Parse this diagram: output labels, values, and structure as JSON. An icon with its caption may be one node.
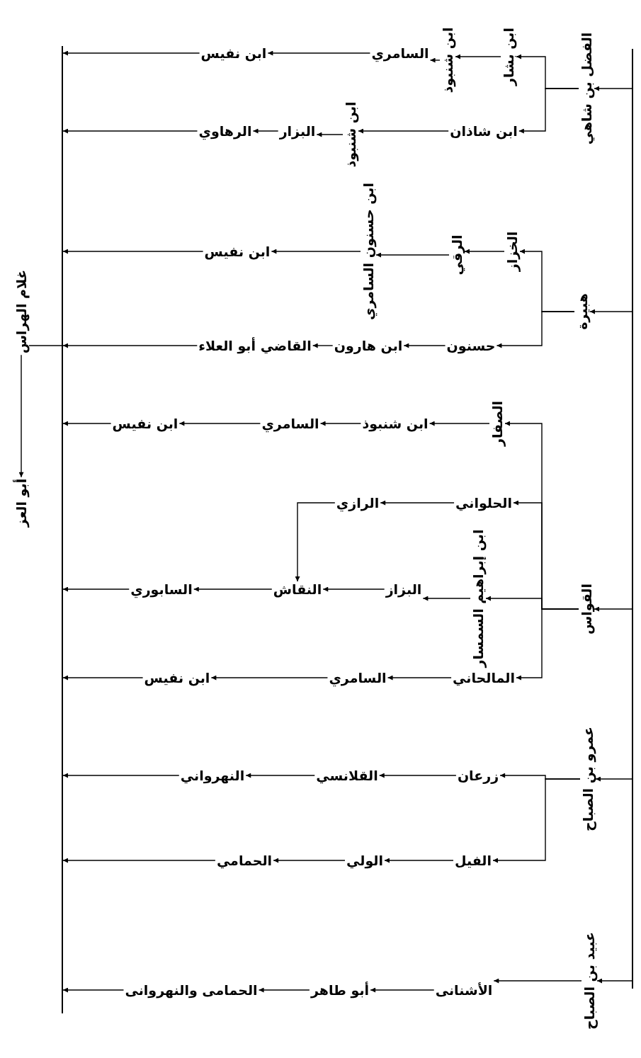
{
  "diagram": {
    "nodes": [
      {
        "text": [],
        "shape": "bar"
      },
      {
        "text": [
          "الفضل بن شاهي"
        ]
      },
      {
        "text": [
          "ابن بشار"
        ]
      },
      {
        "text": [
          "ابن شنبوذ"
        ]
      },
      {
        "text": [
          "السامري"
        ]
      },
      {
        "text": [
          "ابن نفيس"
        ]
      },
      {
        "text": [
          "ابن شاذان"
        ]
      },
      {
        "text": [
          "ابن شنبوذ"
        ]
      },
      {
        "text": [
          "البزار"
        ]
      },
      {
        "text": [
          "الرهاوي"
        ]
      },
      {
        "text": [
          "هبيرة"
        ]
      },
      {
        "text": [
          "الخزاز"
        ]
      },
      {
        "text": [
          "الرقي"
        ]
      },
      {
        "text": [
          "ابن حسنون السامري"
        ]
      },
      {
        "text": [
          "ابن نفيس"
        ]
      },
      {
        "text": [
          "حسنون"
        ]
      },
      {
        "text": [
          "ابن هارون"
        ]
      },
      {
        "text": [
          "القاضي أبو العلاء"
        ]
      },
      {
        "text": [
          "القواس"
        ]
      },
      {
        "text": [
          "الصفار"
        ]
      },
      {
        "text": [
          "ابن شنبوذ"
        ]
      },
      {
        "text": [
          "السامري"
        ]
      },
      {
        "text": [
          "ابن نفيس"
        ]
      },
      {
        "text": [
          "الحلواني"
        ]
      },
      {
        "text": [
          "الرازي"
        ]
      },
      {
        "text": [
          "ابن إبراهيم السمسار"
        ]
      },
      {
        "text": [
          "البزاز"
        ]
      },
      {
        "text": [
          "النقاش"
        ]
      },
      {
        "text": [
          "السابوري"
        ]
      },
      {
        "text": [
          "المالحاني"
        ]
      },
      {
        "text": [
          "السامري"
        ]
      },
      {
        "text": [
          "ابن نفيس"
        ]
      },
      {
        "text": [
          "عمرو بن الصباح"
        ]
      },
      {
        "text": [
          "زرعان"
        ]
      },
      {
        "text": [
          "القلانسي"
        ]
      },
      {
        "text": [
          "النهرواني"
        ]
      },
      {
        "text": [
          "الفيل"
        ]
      },
      {
        "text": [
          "الولي"
        ]
      },
      {
        "text": [
          "الحمامي"
        ]
      },
      {
        "text": [
          "عبيد بن الصباح"
        ]
      },
      {
        "text": [
          "الأشنانى"
        ]
      },
      {
        "text": [
          "أبو طاهر"
        ]
      },
      {
        "text": [
          "الحمامى والنهروانى"
        ]
      },
      {
        "text": [],
        "shape": "bar"
      },
      {
        "text": [
          "غلام الهراس"
        ]
      },
      {
        "text": [
          "أبو العز"
        ]
      }
    ],
    "edges": [
      {
        "from": 43,
        "to": 1,
        "arrow": "to"
      },
      {
        "from": 43,
        "to": 10,
        "arrow": "to"
      },
      {
        "from": 43,
        "to": 18,
        "arrow": "to"
      },
      {
        "from": 43,
        "to": 32,
        "arrow": "to"
      },
      {
        "from": 43,
        "to": 39,
        "arrow": "to"
      },
      {
        "from": 1,
        "to": 2,
        "arrow": "to"
      },
      {
        "from": 1,
        "to": 6,
        "arrow": "to"
      },
      {
        "from": 2,
        "to": 3,
        "arrow": "to"
      },
      {
        "from": 3,
        "to": 4,
        "arrow": "to"
      },
      {
        "from": 4,
        "to": 5,
        "arrow": "to"
      },
      {
        "from": 5,
        "to": 0,
        "arrow": "to"
      },
      {
        "from": 6,
        "to": 7,
        "arrow": "to"
      },
      {
        "from": 7,
        "to": 8,
        "arrow": "to"
      },
      {
        "from": 8,
        "to": 9,
        "arrow": "to"
      },
      {
        "from": 9,
        "to": 0,
        "arrow": "to"
      },
      {
        "from": 10,
        "to": 11,
        "arrow": "to"
      },
      {
        "from": 10,
        "to": 15,
        "arrow": "to"
      },
      {
        "from": 11,
        "to": 12,
        "arrow": "to"
      },
      {
        "from": 12,
        "to": 13,
        "arrow": "to"
      },
      {
        "from": 13,
        "to": 14,
        "arrow": "to"
      },
      {
        "from": 14,
        "to": 0,
        "arrow": "to"
      },
      {
        "from": 15,
        "to": 16,
        "arrow": "to"
      },
      {
        "from": 16,
        "to": 17,
        "arrow": "to"
      },
      {
        "from": 17,
        "to": 0,
        "arrow": "to"
      },
      {
        "from": 18,
        "to": 19,
        "arrow": "to"
      },
      {
        "from": 18,
        "to": 23,
        "arrow": "to"
      },
      {
        "from": 18,
        "to": 25,
        "arrow": "to"
      },
      {
        "from": 18,
        "to": 29,
        "arrow": "to"
      },
      {
        "from": 19,
        "to": 20,
        "arrow": "to"
      },
      {
        "from": 20,
        "to": 21,
        "arrow": "to"
      },
      {
        "from": 21,
        "to": 22,
        "arrow": "to"
      },
      {
        "from": 22,
        "to": 0,
        "arrow": "to"
      },
      {
        "from": 23,
        "to": 24,
        "arrow": "to"
      },
      {
        "from": 24,
        "to": 27,
        "arrow": "to"
      },
      {
        "from": 25,
        "to": 26,
        "arrow": "to"
      },
      {
        "from": 26,
        "to": 27,
        "arrow": "to"
      },
      {
        "from": 27,
        "to": 28,
        "arrow": "to"
      },
      {
        "from": 28,
        "to": 0,
        "arrow": "to"
      },
      {
        "from": 29,
        "to": 30,
        "arrow": "to"
      },
      {
        "from": 30,
        "to": 31,
        "arrow": "to"
      },
      {
        "from": 31,
        "to": 0,
        "arrow": "to"
      },
      {
        "from": 32,
        "to": 33,
        "arrow": "to"
      },
      {
        "from": 32,
        "to": 36,
        "arrow": "to"
      },
      {
        "from": 33,
        "to": 34,
        "arrow": "to"
      },
      {
        "from": 34,
        "to": 35,
        "arrow": "to"
      },
      {
        "from": 35,
        "to": 0,
        "arrow": "to"
      },
      {
        "from": 36,
        "to": 37,
        "arrow": "to"
      },
      {
        "from": 37,
        "to": 38,
        "arrow": "to"
      },
      {
        "from": 38,
        "to": 0,
        "arrow": "to"
      },
      {
        "from": 39,
        "to": 40,
        "arrow": "to"
      },
      {
        "from": 40,
        "to": 41,
        "arrow": "to"
      },
      {
        "from": 41,
        "to": 42,
        "arrow": "to"
      },
      {
        "from": 42,
        "to": 0,
        "arrow": "to"
      },
      {
        "from": 0,
        "to": 44,
        "arrow": "none"
      },
      {
        "from": 44,
        "to": 45,
        "arrow": "to"
      }
    ]
  }
}
